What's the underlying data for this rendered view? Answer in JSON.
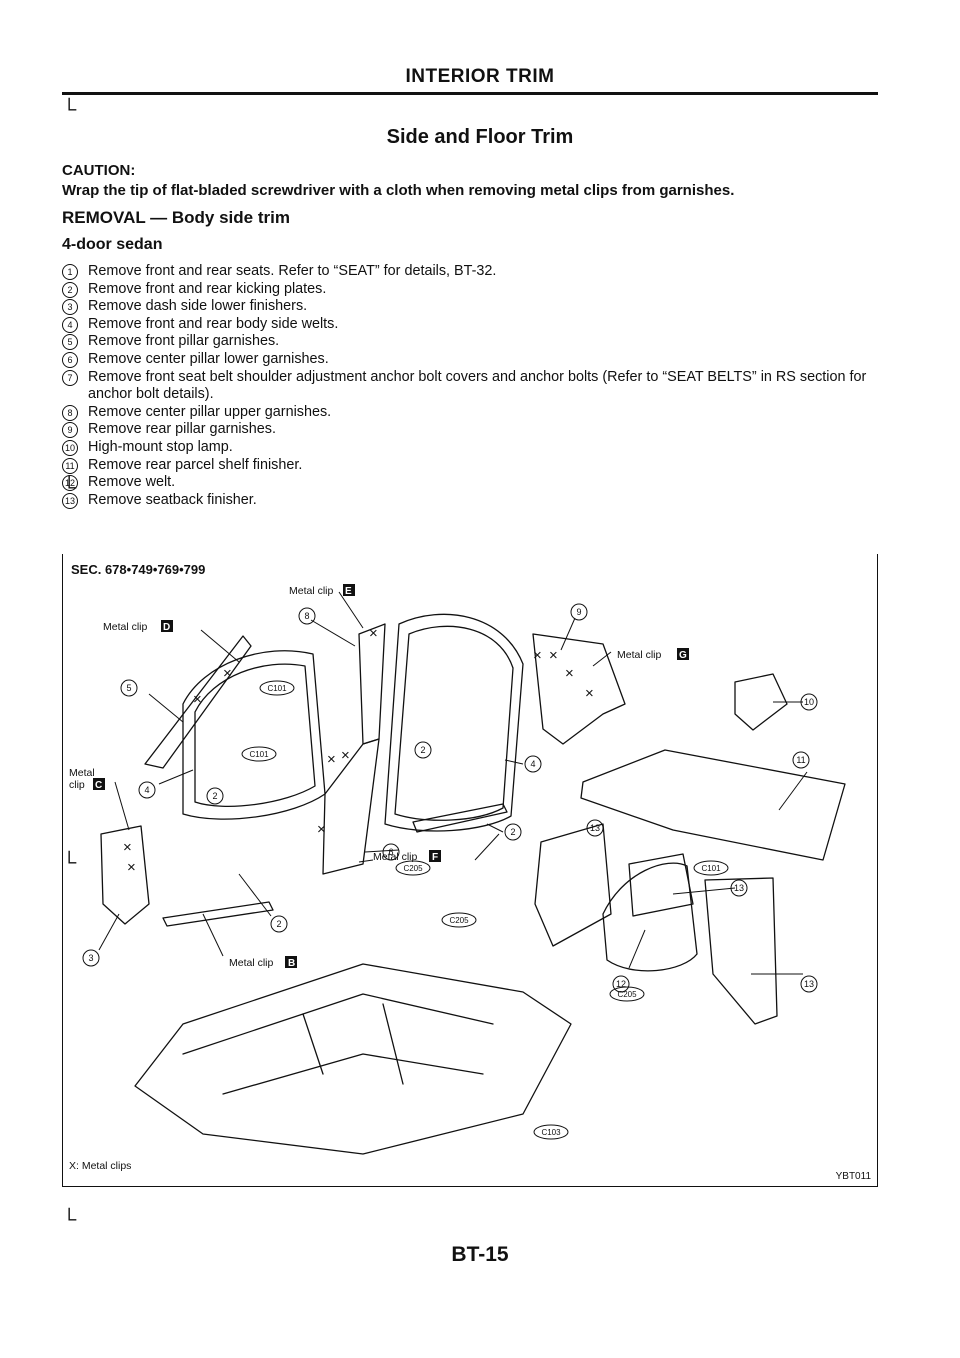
{
  "header": {
    "section_title": "INTERIOR TRIM"
  },
  "title": "Side and Floor Trim",
  "caution": {
    "label": "CAUTION:",
    "text": "Wrap the tip of flat-bladed screwdriver with a cloth when removing metal clips from garnishes."
  },
  "removal_heading": "REMOVAL — Body side trim",
  "subheading": "4-door sedan",
  "steps": [
    {
      "num": "1",
      "text": "Remove front and rear seats. Refer to “SEAT” for details, BT-32."
    },
    {
      "num": "2",
      "text": "Remove front and rear kicking plates."
    },
    {
      "num": "3",
      "text": "Remove dash side lower finishers."
    },
    {
      "num": "4",
      "text": "Remove front and rear body side welts."
    },
    {
      "num": "5",
      "text": "Remove front pillar garnishes."
    },
    {
      "num": "6",
      "text": "Remove center pillar lower garnishes."
    },
    {
      "num": "7",
      "text": "Remove front seat belt shoulder adjustment anchor bolt covers and anchor bolts (Refer to “SEAT BELTS” in RS section for anchor bolt details)."
    },
    {
      "num": "8",
      "text": "Remove center pillar upper garnishes."
    },
    {
      "num": "9",
      "text": "Remove rear pillar garnishes."
    },
    {
      "num": "10",
      "text": "High-mount stop lamp."
    },
    {
      "num": "11",
      "text": "Remove rear parcel shelf finisher."
    },
    {
      "num": "12",
      "text": "Remove welt."
    },
    {
      "num": "13",
      "text": "Remove seatback finisher."
    }
  ],
  "figure": {
    "sec": "SEC. 678•749•769•799",
    "legend": "X: Metal clips",
    "code": "YBT011",
    "labels": {
      "metal_clip_e": "Metal clip",
      "metal_clip_d": "Metal clip",
      "metal_clip_g": "Metal clip",
      "metal_clip_c_1": "Metal",
      "metal_clip_c_2": "clip",
      "metal_clip_f": "Metal clip",
      "metal_clip_b": "Metal clip",
      "letter_e": "E",
      "letter_d": "D",
      "letter_g": "G",
      "letter_c": "C",
      "letter_f": "F",
      "letter_b": "B",
      "c101_a": "C101",
      "c101_b": "C101",
      "c101_c": "C101",
      "c205_a": "C205",
      "c205_b": "C205",
      "c205_c": "C205",
      "c103": "C103"
    },
    "callouts": {
      "n8": "8",
      "n9": "9",
      "n5": "5",
      "n10": "10",
      "n11": "11",
      "n2a": "2",
      "n4a": "4",
      "n4b": "4",
      "n2b": "2",
      "n6": "6",
      "n13a": "13",
      "n2c": "2",
      "n13b": "13",
      "n3": "3",
      "n12": "12",
      "n13c": "13"
    }
  },
  "footer": {
    "page": "BT-15"
  }
}
